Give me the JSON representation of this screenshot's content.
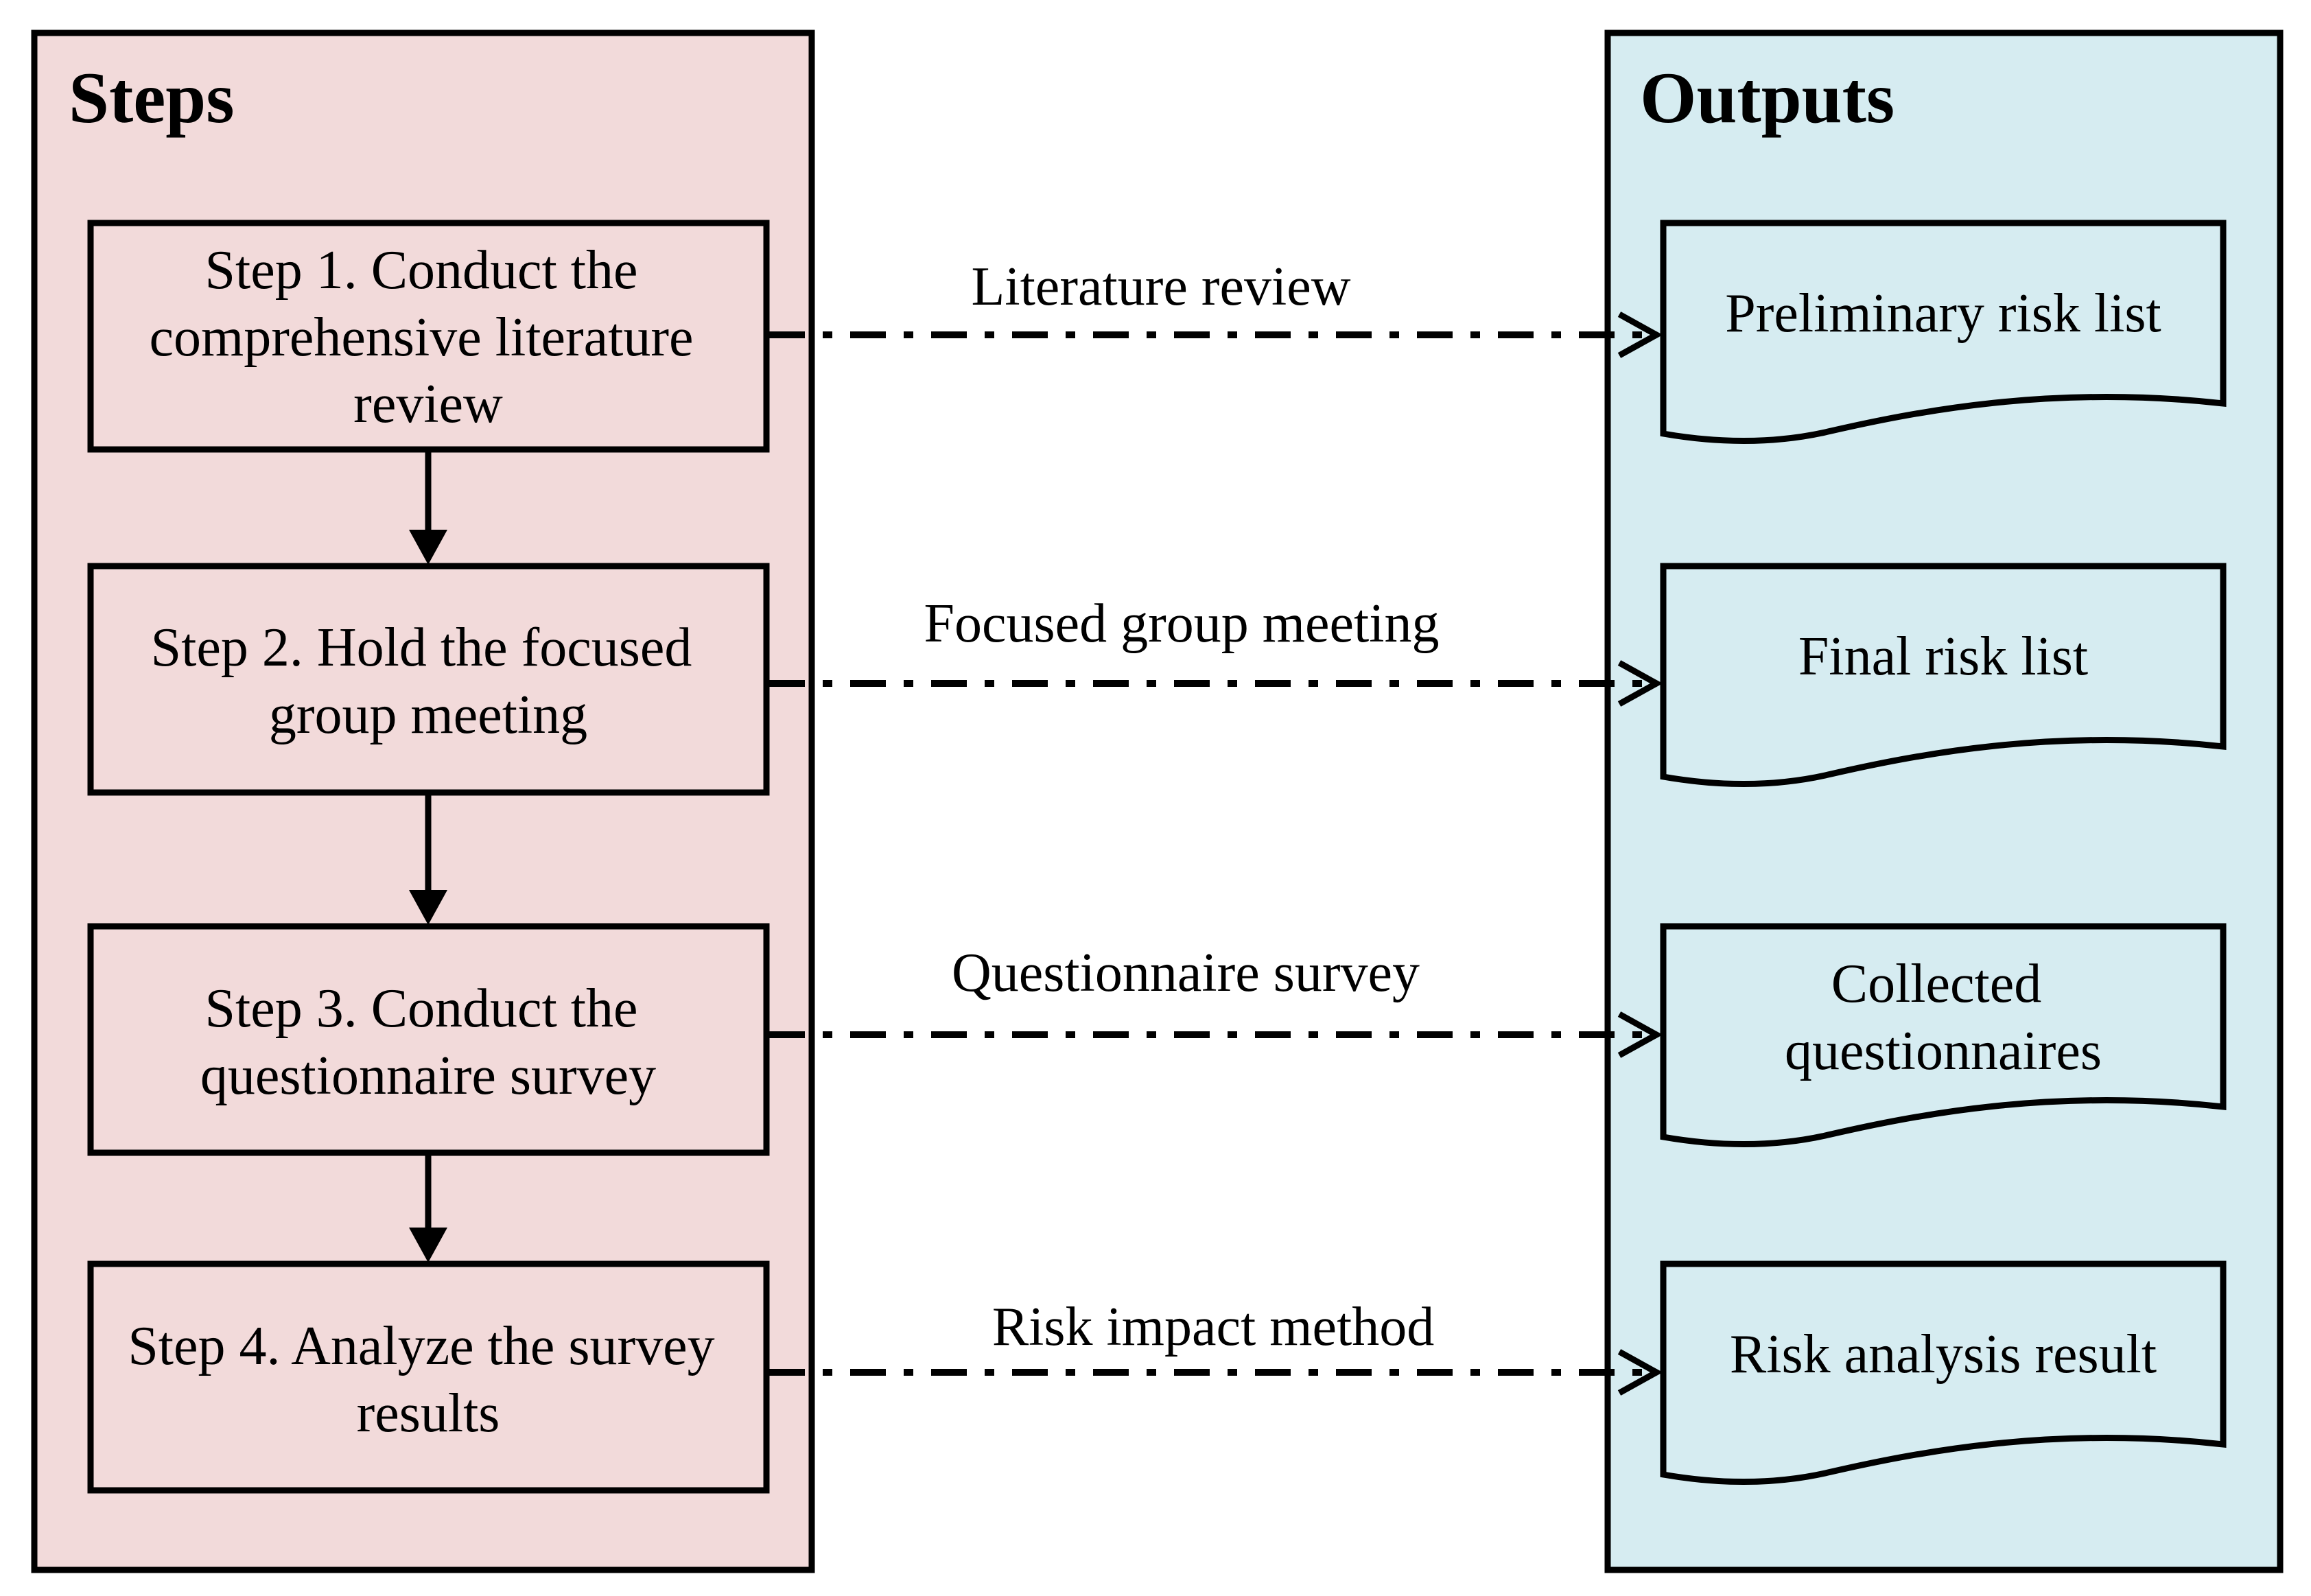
{
  "colors": {
    "steps_panel_fill": "#f2dada",
    "outputs_panel_fill": "#d6ecf1",
    "line": "#000000"
  },
  "steps_panel": {
    "title": "Steps",
    "boxes": [
      {
        "lines": [
          "Step 1. Conduct the",
          "comprehensive literature",
          "review"
        ]
      },
      {
        "lines": [
          "Step 2. Hold the focused",
          "group meeting"
        ]
      },
      {
        "lines": [
          "Step 3. Conduct the",
          "questionnaire survey"
        ]
      },
      {
        "lines": [
          "Step 4. Analyze the survey",
          "results"
        ]
      }
    ]
  },
  "outputs_panel": {
    "title": "Outputs",
    "boxes": [
      {
        "lines": [
          "Preliminary risk list"
        ]
      },
      {
        "lines": [
          "Final risk list"
        ]
      },
      {
        "lines": [
          "Collected",
          "questionnaires"
        ]
      },
      {
        "lines": [
          "Risk analysis result"
        ]
      }
    ]
  },
  "connections": [
    {
      "label": "Literature review"
    },
    {
      "label": "Focused group meeting"
    },
    {
      "label": "Questionnaire survey"
    },
    {
      "label": "Risk impact method"
    }
  ]
}
